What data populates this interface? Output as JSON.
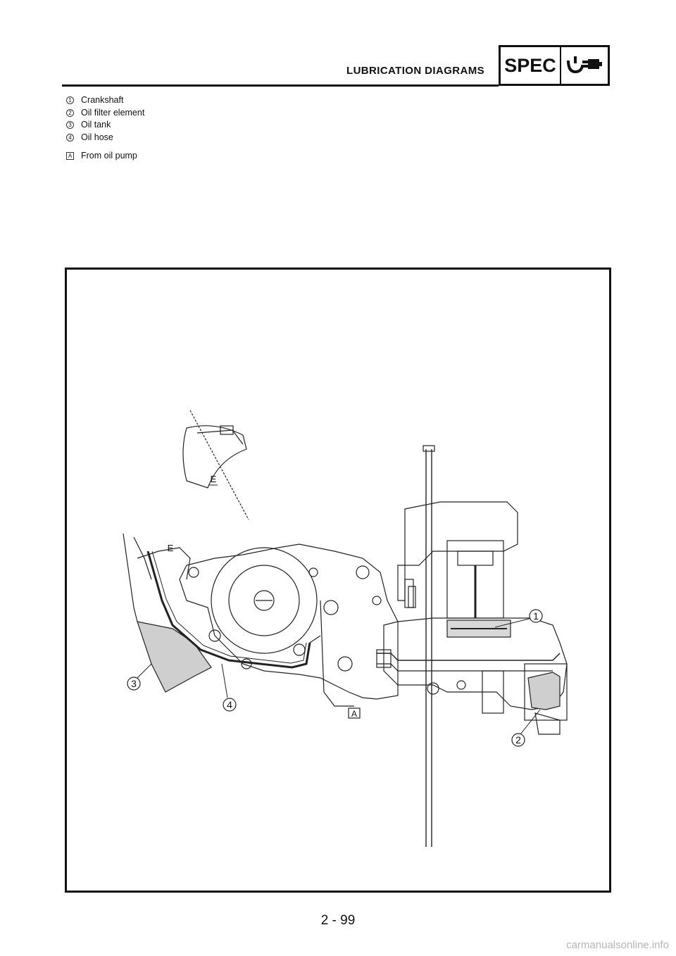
{
  "header": {
    "section_title": "LUBRICATION DIAGRAMS",
    "spec_label": "SPEC",
    "spec_icon": "wrench-icon"
  },
  "legend": {
    "items": [
      {
        "number": "1",
        "label": "Crankshaft"
      },
      {
        "number": "2",
        "label": "Oil filter element"
      },
      {
        "number": "3",
        "label": "Oil tank"
      },
      {
        "number": "4",
        "label": "Oil hose"
      }
    ],
    "notes": [
      {
        "letter": "A",
        "label": "From oil pump"
      }
    ]
  },
  "figure": {
    "callouts": [
      "1",
      "2",
      "3",
      "4"
    ],
    "box_callout": "A",
    "detail_label": "E"
  },
  "page_number": "2 - 99",
  "watermark": "carmanualsonline.info"
}
